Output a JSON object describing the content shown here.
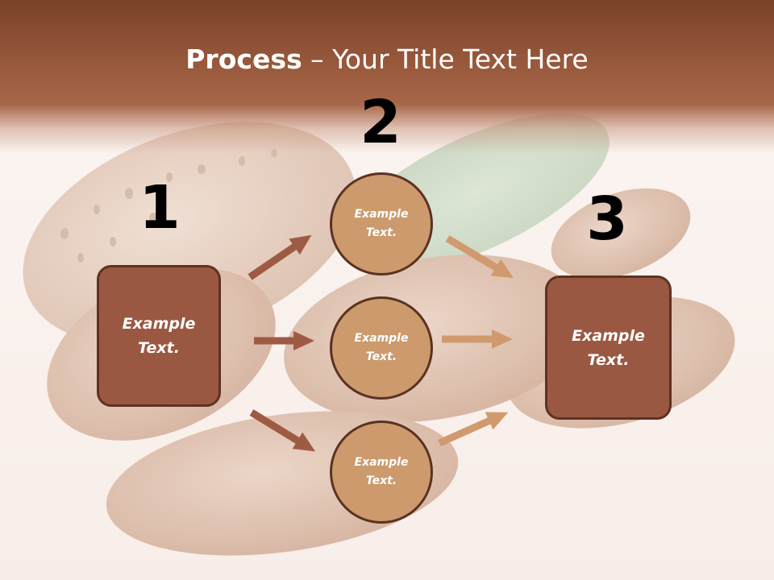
{
  "title": {
    "bold": "Process",
    "rest": " – Your Title Text Here"
  },
  "steps": {
    "one": "1",
    "two": "2",
    "three": "3"
  },
  "input_box": {
    "text": "Example\nText."
  },
  "middle_circles": [
    {
      "text": "Example\nText."
    },
    {
      "text": "Example\nText."
    },
    {
      "text": "Example\nText."
    }
  ],
  "output_box": {
    "text": "Example\nText."
  },
  "colors": {
    "banner": "#9a5a3d",
    "box": "#9a5842",
    "circle": "#cc9a6c",
    "arrow_left": "#9e5b44",
    "arrow_right": "#d09a6e"
  }
}
